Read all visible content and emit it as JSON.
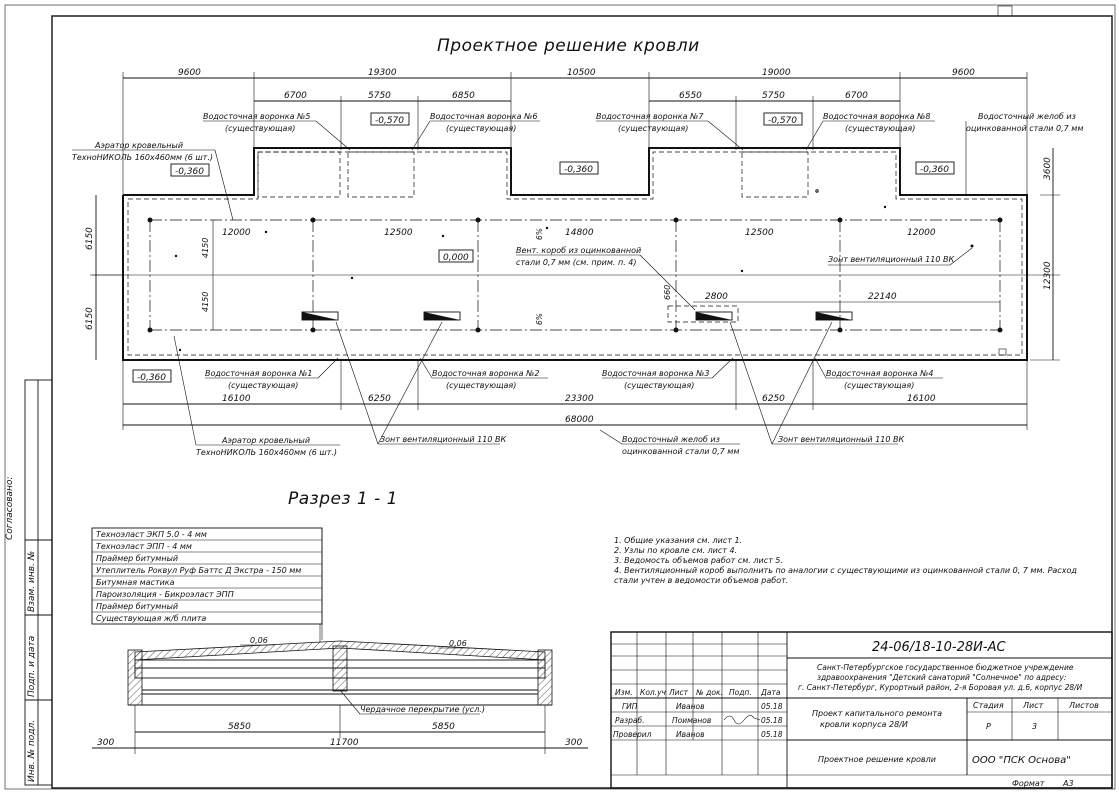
{
  "title": "Проектное решение кровли",
  "section_title": "Разрез 1 - 1",
  "dims_top_outer": [
    "9600",
    "19300",
    "10500",
    "19000",
    "9600"
  ],
  "dims_top_inner": [
    "6700",
    "5750",
    "6850",
    "6550",
    "5750",
    "6700"
  ],
  "dims_right": [
    "3600",
    "12300"
  ],
  "dims_left": [
    "6150",
    "6150"
  ],
  "dims_inner_left": [
    "4150",
    "4150"
  ],
  "dims_grid": [
    "12000",
    "12500",
    "14800",
    "12500",
    "12000"
  ],
  "dims_bottom_inner": [
    "16100",
    "6250",
    "23300",
    "6250",
    "16100"
  ],
  "dims_bottom_total": "68000",
  "dim_vent": [
    "2800",
    "22140",
    "660"
  ],
  "dim_small": [
    "6%",
    "6%"
  ],
  "levels": [
    "-0,360",
    "-0,570",
    "-0,570",
    "-0,360",
    "-0,360",
    "0,000",
    "-0,360"
  ],
  "callouts": {
    "funnel5": [
      "Водосточная воронка №5",
      "(существующая)"
    ],
    "funnel6": [
      "Водосточная воронка №6",
      "(существующая)"
    ],
    "funnel7": [
      "Водосточная воронка №7",
      "(существующая)"
    ],
    "funnel8": [
      "Водосточная воронка №8",
      "(существующая)"
    ],
    "funnel1": [
      "Водосточная воронка №1",
      "(существующая)"
    ],
    "funnel2": [
      "Водосточная воронка №2",
      "(существующая)"
    ],
    "funnel3": [
      "Водосточная воронка №3",
      "(существующая)"
    ],
    "funnel4": [
      "Водосточная воронка №4",
      "(существующая)"
    ],
    "gutter_top": [
      "Водосточный желоб из",
      "оцинкованной стали 0,7 мм"
    ],
    "aerator_top": [
      "Аэратор кровельный",
      "ТехноНИКОЛЬ 160х460мм (6 шт.)"
    ],
    "vent_duct": [
      "Вент. короб из оцинкованной",
      "стали 0,7 мм (см. прим. п. 4)"
    ],
    "vent_umbrella": "Зонт вентиляционный 110 ВК",
    "aerator_bottom": [
      "Аэратор кровельный",
      "ТехноНИКОЛЬ 160х460мм (6 шт.)"
    ],
    "umbrella_bottom1": "Зонт вентиляционный 110 ВК",
    "gutter_bottom": [
      "Водосточный желоб из",
      "оцинкованной стали 0,7 мм"
    ],
    "umbrella_bottom2": "Зонт вентиляционный 110 ВК"
  },
  "layers": [
    "Техноэласт ЭКП 5.0 - 4 мм",
    "Техноэласт ЭПП - 4 мм",
    "Праймер битумный",
    "Утеплитель Роквул Руф Баттс Д Экстра - 150 мм",
    "Битумная мастика",
    "Пароизоляция - Бикроэласт ЭПП",
    "Праймер битумный",
    "Существующая ж/б плита"
  ],
  "section": {
    "slopes": [
      "0,06",
      "0,06"
    ],
    "attic": "Чердачное перекрытие (усл.)",
    "dims": [
      "5850",
      "5850",
      "11700",
      "300",
      "300"
    ]
  },
  "notes": [
    "1. Общие указания см. лист 1.",
    "2. Узлы по кровле см. лист 4.",
    "3. Ведомость объемов работ см. лист 5.",
    "4. Вентиляционный короб выполнить по аналогии с существующими из оцинкованной стали 0, 7 мм. Расход",
    "стали учтен в ведомости объемов работ."
  ],
  "side_stamp": [
    "Согласовано:",
    "Взам. инв. №",
    "Подп. и дата",
    "Инв. № подл."
  ],
  "title_block": {
    "code": "24-06/18-10-28И-АС",
    "org": [
      "Санкт-Петербургское государственное бюджетное учреждение",
      "здравоохранения \"Детский санаторий \"Солнечное\" по адресу:",
      "г. Санкт-Петербург, Курортный район, 2-я Боровая ул. д.6, корпус 28/И"
    ],
    "headers": [
      "Изм.",
      "Кол.уч",
      "Лист",
      "№ док.",
      "Подп.",
      "Дата"
    ],
    "rows": [
      [
        "ГИП",
        "Иванов",
        "05.18"
      ],
      [
        "Разраб.",
        "Поиманов",
        "05.18"
      ],
      [
        "Проверил",
        "Иванов",
        "05.18"
      ]
    ],
    "project": [
      "Проект капитального ремонта",
      "кровли корпуса 28/И"
    ],
    "stage_headers": [
      "Стадия",
      "Лист",
      "Листов"
    ],
    "stage_values": [
      "Р",
      "3",
      ""
    ],
    "sheet_name": "Проектное решение кровли",
    "company": "ООО \"ПСК Основа\"",
    "format_label": "Формат",
    "format_value": "А3"
  }
}
